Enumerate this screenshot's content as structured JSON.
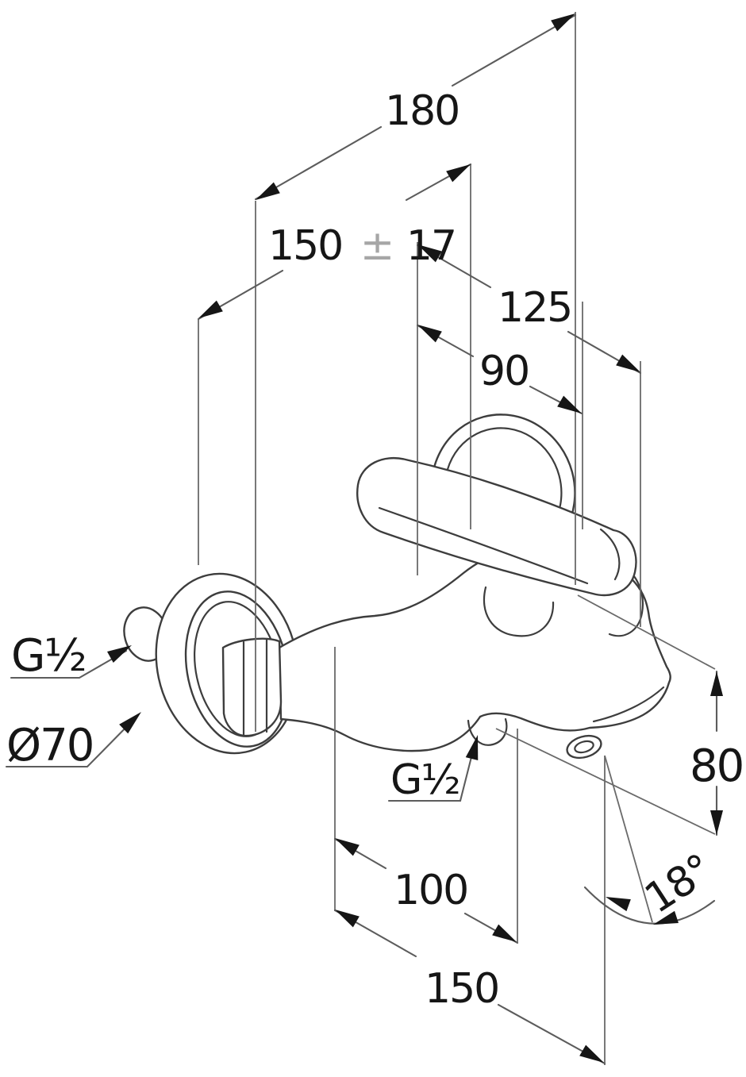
{
  "drawing": {
    "kind": "technical dimensional drawing",
    "subject": "wall-mounted single-lever bath and shower mixer",
    "units": "mm",
    "colors": {
      "background": "#ffffff",
      "part_line": "#3d3d3d",
      "dimension_line": "#5c5c5c",
      "text": "#161616",
      "tolerance_text": "#a6a6a6"
    },
    "dimensions": {
      "overall_depth": {
        "value": "180"
      },
      "connection_centers": {
        "value": "150",
        "tolerance_sign": "±",
        "tolerance_value": "17"
      },
      "depth_to_handle_end": {
        "value": "125"
      },
      "body_depth": {
        "value": "90"
      },
      "outlet_height_drop": {
        "value": "80"
      },
      "spout_projection": {
        "value": "100"
      },
      "overall_projection": {
        "value": "150"
      },
      "spout_angle": {
        "value": "18°"
      }
    },
    "labels": {
      "wall_thread": {
        "value": "G½"
      },
      "escutcheon_diameter": {
        "value": "Ø70"
      },
      "shower_outlet_thread": {
        "value": "G½"
      }
    }
  }
}
